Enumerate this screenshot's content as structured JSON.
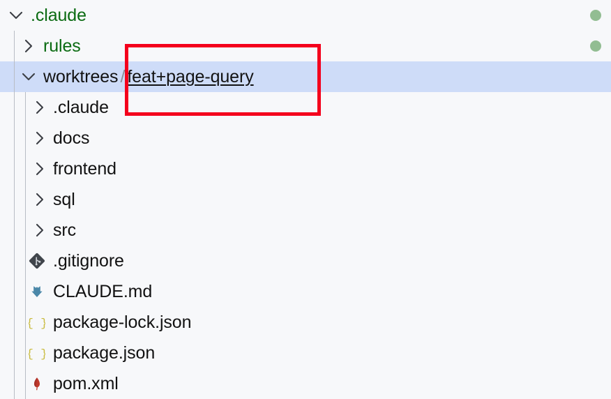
{
  "panel": {
    "name": "project-file-tree",
    "background_color": "#f7f8fa",
    "selection_color": "#cedcf8",
    "folder_green": "#0b6b12",
    "text_black": "#121212",
    "guide_color": "#b8bcc4",
    "status_dot_color": "#92bd92",
    "highlight_border_color": "#f4001c"
  },
  "rows": [
    {
      "id": "claude-root",
      "label": ".claude",
      "depth": 0,
      "kind": "folder",
      "expanded": true,
      "chevron": "chevron-down-icon",
      "color": "green",
      "selected": false,
      "status_dot": true
    },
    {
      "id": "rules",
      "label": "rules",
      "depth": 1,
      "kind": "folder",
      "expanded": false,
      "chevron": "chevron-right-icon",
      "color": "green",
      "selected": false,
      "status_dot": true
    },
    {
      "id": "worktrees",
      "label": "worktrees",
      "separator": "/",
      "branch": "feat+page-query",
      "depth": 1,
      "kind": "folder",
      "expanded": true,
      "chevron": "chevron-down-icon",
      "color": "black",
      "selected": true,
      "status_dot": false
    },
    {
      "id": "claude-child",
      "label": ".claude",
      "depth": 2,
      "kind": "folder",
      "expanded": false,
      "chevron": "chevron-right-icon",
      "color": "black",
      "selected": false,
      "status_dot": false
    },
    {
      "id": "docs",
      "label": "docs",
      "depth": 2,
      "kind": "folder",
      "expanded": false,
      "chevron": "chevron-right-icon",
      "color": "black",
      "selected": false,
      "status_dot": false
    },
    {
      "id": "frontend",
      "label": "frontend",
      "depth": 2,
      "kind": "folder",
      "expanded": false,
      "chevron": "chevron-right-icon",
      "color": "black",
      "selected": false,
      "status_dot": false
    },
    {
      "id": "sql",
      "label": "sql",
      "depth": 2,
      "kind": "folder",
      "expanded": false,
      "chevron": "chevron-right-icon",
      "color": "black",
      "selected": false,
      "status_dot": false
    },
    {
      "id": "src",
      "label": "src",
      "depth": 2,
      "kind": "folder",
      "expanded": false,
      "chevron": "chevron-right-icon",
      "color": "black",
      "selected": false,
      "status_dot": false
    },
    {
      "id": "gitignore",
      "label": ".gitignore",
      "depth": 2,
      "kind": "file",
      "icon": "git-file-icon",
      "color": "black",
      "selected": false,
      "status_dot": false
    },
    {
      "id": "claude-md",
      "label": "CLAUDE.md",
      "depth": 2,
      "kind": "file",
      "icon": "markdown-file-icon",
      "color": "black",
      "selected": false,
      "status_dot": false
    },
    {
      "id": "package-lock-json",
      "label": "package-lock.json",
      "depth": 2,
      "kind": "file",
      "icon": "json-file-icon",
      "color": "black",
      "selected": false,
      "status_dot": false
    },
    {
      "id": "package-json",
      "label": "package.json",
      "depth": 2,
      "kind": "file",
      "icon": "json-file-icon",
      "color": "black",
      "selected": false,
      "status_dot": false
    },
    {
      "id": "pom-xml",
      "label": "pom.xml",
      "depth": 2,
      "kind": "file",
      "icon": "maven-file-icon",
      "color": "black",
      "selected": false,
      "status_dot": false
    }
  ]
}
